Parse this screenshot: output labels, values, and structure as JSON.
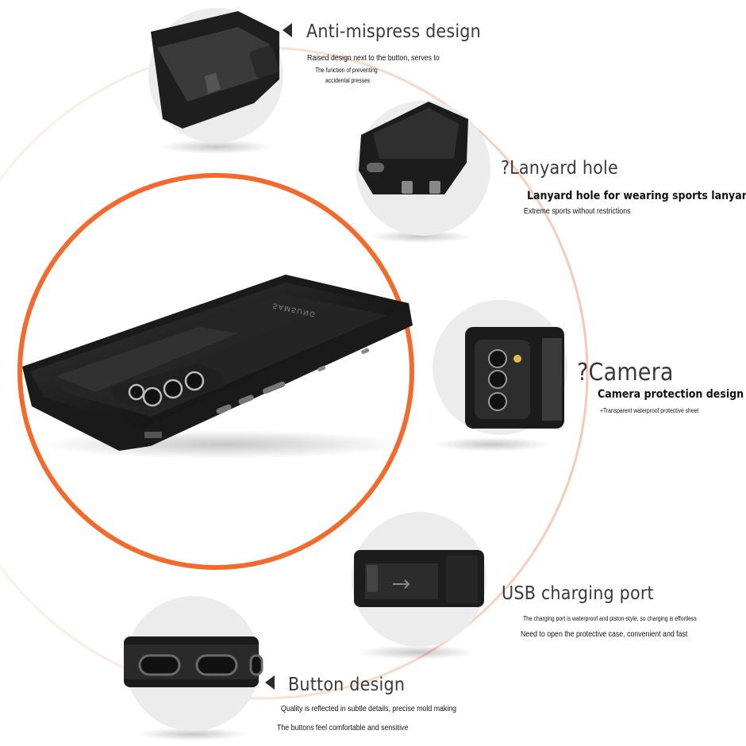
{
  "features": [
    {
      "title": "Anti-mispress design",
      "lines": [
        "Raised design next to the button, serves to",
        "The function of preventing",
        "accidental presses"
      ],
      "icon": "pointer-triangle-icon"
    },
    {
      "title": "?Lanyard hole",
      "lines": [
        "Lanyard hole for wearing sports lanyard",
        "Extreme sports without restrictions"
      ]
    },
    {
      "title": "?Camera",
      "lines": [
        "Camera protection design",
        "+Transparent waterproof protective sheet"
      ]
    },
    {
      "title": "USB charging port",
      "lines": [
        "The charging port is waterproof and piston-style, so charging is effortless",
        "Need to open the protective case, convenient and fast"
      ]
    },
    {
      "title": "Button design",
      "lines": [
        "Quality is reflected in subtle details, precise mold making",
        "The buttons feel comfortable and sensitive"
      ],
      "icon": "pointer-triangle-icon"
    }
  ],
  "product": {
    "brand_mark": "SAMSUNG"
  },
  "colors": {
    "accent_orange": "#f26a2e",
    "case_black": "#1c1c1c",
    "circle_gray": "#ececec"
  }
}
